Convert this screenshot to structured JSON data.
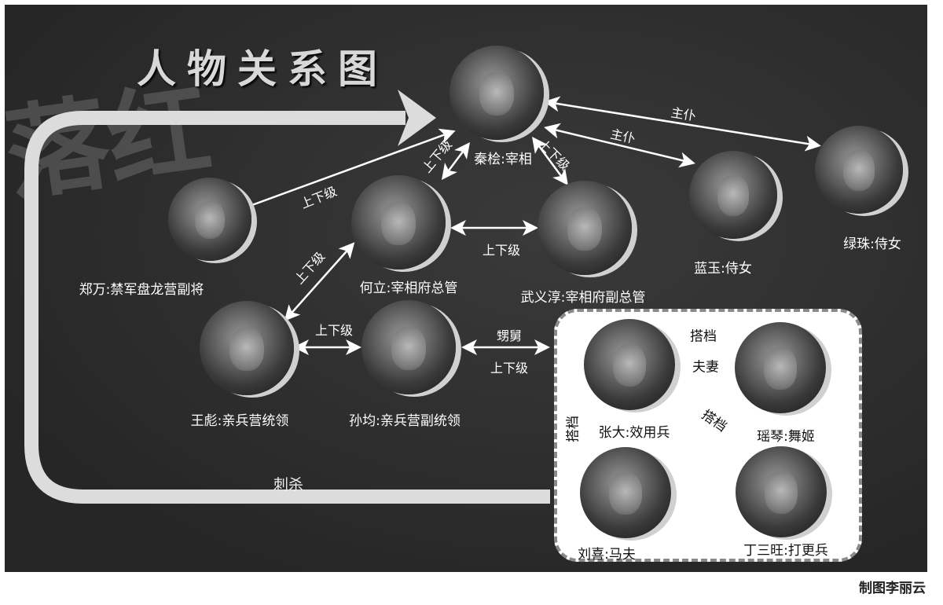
{
  "title": "人物关系图",
  "background_brush_text": "落红",
  "credit": "制图李丽云",
  "plot_label": "刺杀",
  "people": {
    "qinhui": "秦桧:宰相",
    "zhengwan": "郑万:禁军盘龙营副将",
    "heli": "何立:宰相府总管",
    "wuyichun": "武义淳:宰相府副总管",
    "lanyu": "蓝玉:侍女",
    "lvzhu": "绿珠:侍女",
    "wangbiao": "王彪:亲兵营统领",
    "sunjun": "孙均:亲兵营副统领",
    "zhangda": "张大:效用兵",
    "yaoqin": "瑶琴:舞姬",
    "liuxi": "刘喜:马夫",
    "dingsanwang": "丁三旺:打更兵"
  },
  "relations": {
    "zhengwan_qinhui": "上下级",
    "heli_qinhui": "上下级",
    "qinhui_wuyichun": "上下级",
    "heli_wuyichun": "上下级",
    "qinhui_lvzhu": "主仆",
    "qinhui_lanyu": "主仆",
    "heli_wangbiao": "上下级",
    "wangbiao_sunjun": "上下级",
    "sunjun_zhangda_1": "甥舅",
    "sunjun_zhangda_2": "上下级",
    "zhangda_yaoqin_1": "搭档",
    "zhangda_yaoqin_2": "夫妻",
    "zhangda_dingsanwang": "搭档",
    "zhangda_liuxi": "搭档"
  }
}
